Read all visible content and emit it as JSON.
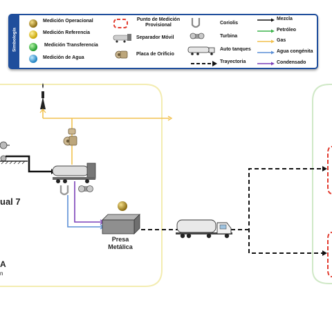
{
  "legend": {
    "title": "Simbología",
    "items": {
      "operacional": "Medición Operacional",
      "referencia": "Medición Referencia",
      "transferencia": "Medición Transferencia",
      "agua": "Medición de Agua",
      "punto_provisional": "Punto de Medición Provisional",
      "separador": "Separador Móvil",
      "placa": "Placa de Orificio",
      "coriolis": "Coriolis",
      "turbina": "Turbina",
      "auto_tanques": "Auto tanques",
      "trayectoria": "Trayectoria",
      "mezcla": "Mezcla",
      "petroleo": "Petróleo",
      "gas": "Gas",
      "agua_congenita": "Agua congénita",
      "condensado": "Condensado"
    },
    "colors": {
      "mezcla": "#111111",
      "petroleo": "#3cb44b",
      "gas": "#f2c14e",
      "agua_congenita": "#5b8fd6",
      "condensado": "#7a3fb8",
      "operacional": "#b8860b",
      "referencia": "#e6c200",
      "transferencia": "#2fbf3a",
      "agua": "#2aa7e0",
      "provisional": "#e23b2e",
      "zone_left": "#f3ecb0",
      "zone_right": "#cfe8c6",
      "frame": "#1f4e9c"
    }
  },
  "diagram": {
    "zone_label_fragment": "ual 7",
    "presa_label_line1": "Presa",
    "presa_label_line2": "Metálica",
    "bottom_letter": "A",
    "bottom_small": "n"
  }
}
